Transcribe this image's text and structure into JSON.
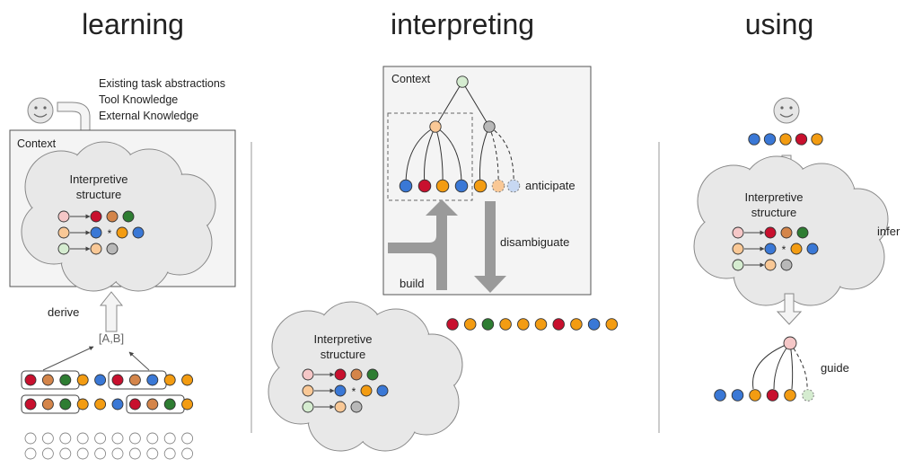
{
  "sections": {
    "learning": {
      "title": "learning",
      "knowledge_sources": [
        "Existing task abstractions",
        "Tool Knowledge",
        "External Knowledge"
      ],
      "context_label": "Context",
      "structure_label": [
        "Interpretive",
        "structure"
      ],
      "derive_label": "derive",
      "abstraction_label": "[A,B]"
    },
    "interpreting": {
      "title": "interpreting",
      "context_label": "Context",
      "anticipate_label": "anticipate",
      "disambiguate_label": "disambiguate",
      "build_label": "build",
      "structure_label": [
        "Interpretive",
        "structure"
      ]
    },
    "using": {
      "title": "using",
      "structure_label": [
        "Interpretive",
        "structure"
      ],
      "infer_label": "infer",
      "guide_label": "guide"
    }
  },
  "structure_rule_marker": "*",
  "colors": {
    "red": "#c8102e",
    "brown": "#d4854a",
    "green": "#2e7d32",
    "orange": "#f39c12",
    "blue": "#3a78d6",
    "pink": "#f5c7c7",
    "peach": "#f9c896",
    "light_green": "#d5ecd0",
    "gray": "#b8b8b8",
    "cloud": "#e8e8e8",
    "arrow": "#999999"
  }
}
